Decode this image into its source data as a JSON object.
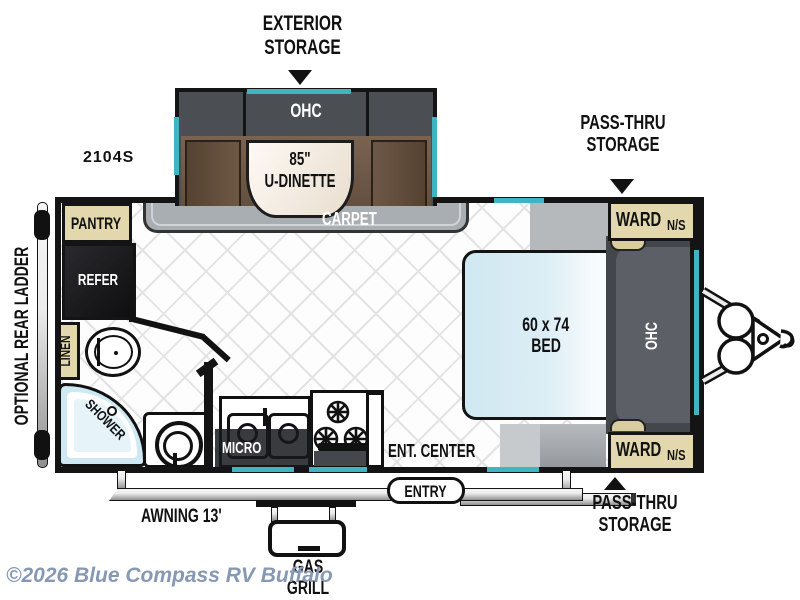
{
  "model": "2104S",
  "watermark": "©2026 Blue Compass RV Buffalo",
  "callouts": {
    "exterior_storage": "EXTERIOR STORAGE",
    "pass_thru_storage": "PASS-THRU STORAGE",
    "optional_rear_ladder": "OPTIONAL REAR LADDER",
    "awning": "AWNING 13'",
    "gas_grill": "GAS GRILL"
  },
  "rooms": {
    "entry": "ENTRY",
    "carpet": "CARPET",
    "ohc": "OHC",
    "dinette_size": "85\"",
    "dinette": "U-DINETTE",
    "pantry": "PANTRY",
    "refer": "REFER",
    "linen": "LINEN",
    "shower": "SHOWER",
    "micro": "MICRO",
    "ent_center": "ENT. CENTER",
    "bed_size": "60 x 74",
    "bed": "BED",
    "ward": "WARD",
    "ward_note": "N/S"
  },
  "colors": {
    "accent_teal": "#3eb5c0",
    "wood_tan": "#e3d8ad",
    "sofa_brown": "#6e5745",
    "carpet_gray": "#a9aeb2",
    "bed_blue": "#cfe8f1",
    "watermark_blue": "#8798b4",
    "wall_black": "#141414"
  }
}
